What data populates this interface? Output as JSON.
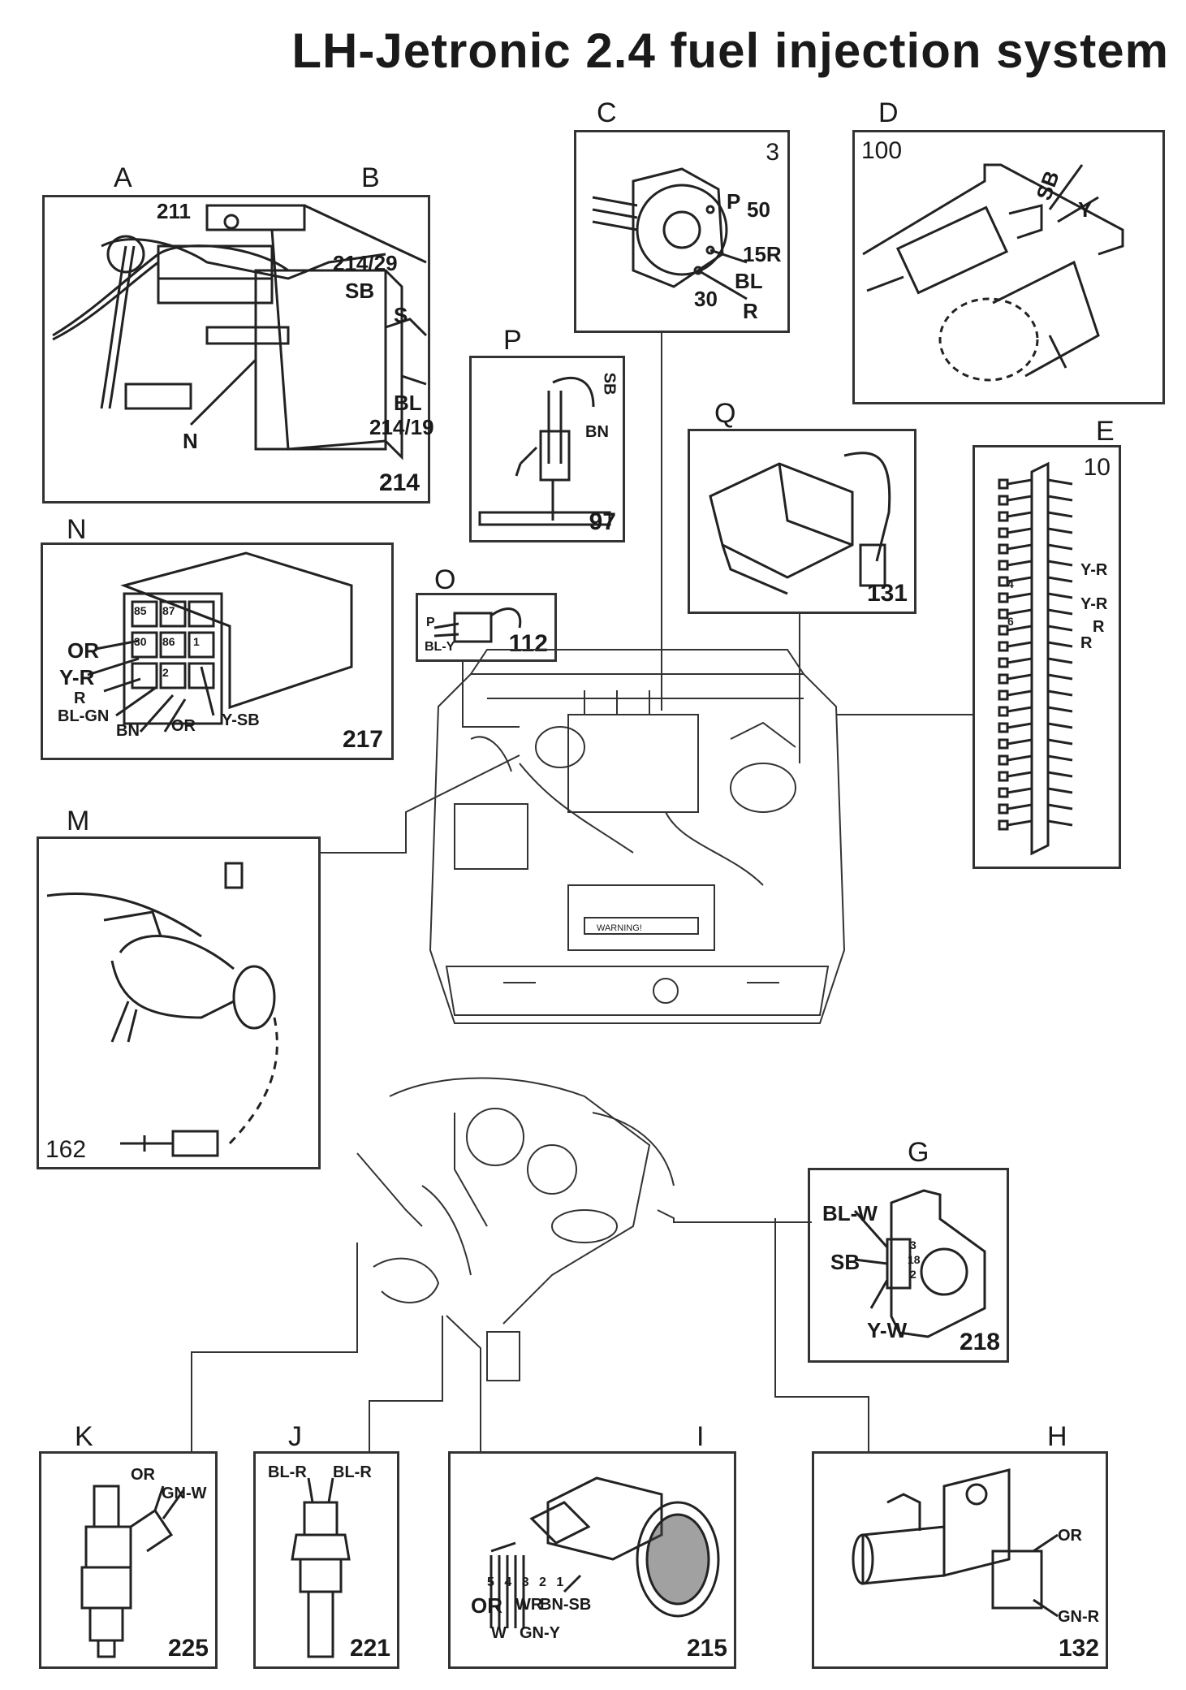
{
  "title": "LH-Jetronic 2.4 fuel injection system",
  "panels": {
    "A": {
      "letter": "A",
      "letter2": "B",
      "number": "214",
      "labels": {
        "n211": "211",
        "n214_29": "214/29",
        "sb": "SB",
        "s": "S",
        "n": "N",
        "bl": "BL",
        "n214_19": "214/19"
      }
    },
    "C": {
      "letter": "C",
      "number": "3",
      "labels": {
        "p": "P",
        "n50": "50",
        "n15r": "15R",
        "bl": "BL",
        "n30": "30",
        "r": "R"
      }
    },
    "D": {
      "letter": "D",
      "number": "100",
      "labels": {
        "sb": "SB",
        "y": "Y"
      }
    },
    "P": {
      "letter": "P",
      "number": "97",
      "labels": {
        "sb": "SB",
        "bn": "BN"
      }
    },
    "Q": {
      "letter": "Q",
      "number": "131"
    },
    "E": {
      "letter": "E",
      "number": "10",
      "labels": {
        "yr1": "Y-R",
        "yr2": "Y-R",
        "r1": "R",
        "r2": "R",
        "n4": "4",
        "n6": "6"
      }
    },
    "N": {
      "letter": "N",
      "number": "217",
      "labels": {
        "or": "OR",
        "yr": "Y-R",
        "r": "R",
        "blgn": "BL-GN",
        "bn": "BN",
        "or2": "OR",
        "ysb": "Y-SB",
        "p85": "85",
        "p87": "87",
        "p30": "30",
        "p86": "86",
        "p2": "2",
        "p1": "1"
      }
    },
    "O": {
      "letter": "O",
      "number": "112",
      "labels": {
        "p": "P",
        "bly": "BL-Y"
      }
    },
    "M": {
      "letter": "M",
      "number": "162"
    },
    "G": {
      "letter": "G",
      "number": "218",
      "labels": {
        "blw": "BL-W",
        "sb": "SB",
        "yw": "Y-W",
        "n3": "3",
        "n18": "18",
        "n2": "2"
      }
    },
    "K": {
      "letter": "K",
      "number": "225",
      "labels": {
        "or": "OR",
        "gnw": "GN-W"
      }
    },
    "J": {
      "letter": "J",
      "number": "221",
      "labels": {
        "blr1": "BL-R",
        "blr2": "BL-R"
      }
    },
    "I": {
      "letter": "I",
      "number": "215",
      "labels": {
        "pins": "5 4 3 2 1",
        "or": "OR",
        "wr": "WR",
        "bnsb": "BN-SB",
        "w": "W",
        "gny": "GN-Y"
      }
    },
    "H": {
      "letter": "H",
      "number": "132",
      "labels": {
        "or": "OR",
        "gnr": "GN-R"
      }
    }
  },
  "overlay": {
    "warning": "WARNING!"
  }
}
